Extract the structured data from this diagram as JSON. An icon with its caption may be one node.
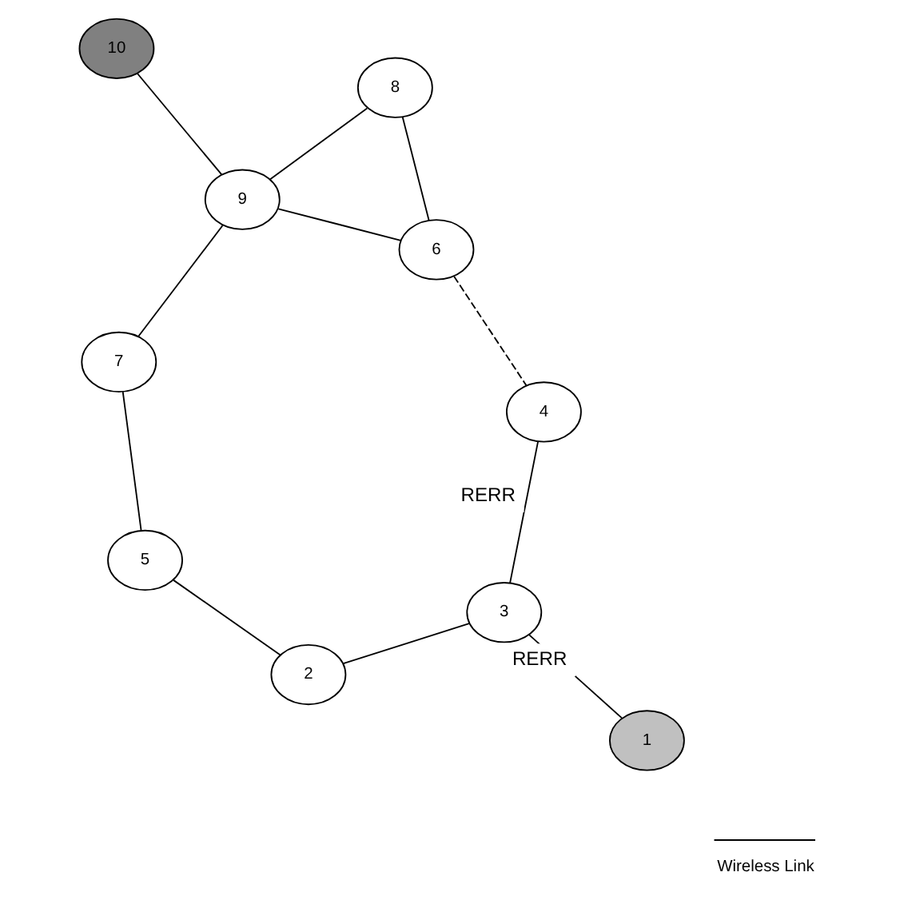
{
  "diagram": {
    "nodes": [
      {
        "text": [
          "8"
        ]
      },
      {
        "text": [
          "9"
        ]
      },
      {
        "text": [
          "6"
        ]
      },
      {
        "text": [
          "10"
        ]
      },
      {
        "text": [
          "4"
        ]
      },
      {
        "text": [
          "7"
        ]
      },
      {
        "text": [
          "5"
        ]
      },
      {
        "text": [
          "3"
        ]
      },
      {
        "text": [
          "2"
        ]
      },
      {
        "text": [
          "1"
        ]
      }
    ],
    "edges": [
      {
        "from": 0,
        "to": 1,
        "arrow": "none"
      },
      {
        "from": 0,
        "to": 2,
        "arrow": "none"
      },
      {
        "from": 2,
        "to": 1,
        "arrow": "none"
      },
      {
        "from": 1,
        "to": 3,
        "arrow": "none"
      },
      {
        "from": 2,
        "to": 4,
        "arrow": "none",
        "style": "dashed"
      },
      {
        "from": 1,
        "to": 5,
        "arrow": "none"
      },
      {
        "from": 5,
        "to": 6,
        "arrow": "none"
      },
      {
        "from": 4,
        "to": 7,
        "arrow": "none",
        "label": "RERR"
      },
      {
        "from": 6,
        "to": 8,
        "arrow": "none"
      },
      {
        "from": 7,
        "to": 8,
        "arrow": "none"
      },
      {
        "from": 7,
        "to": 9,
        "arrow": "none",
        "label": "RERR"
      }
    ],
    "legend": [
      {
        "text": "Wireless Link"
      }
    ]
  }
}
